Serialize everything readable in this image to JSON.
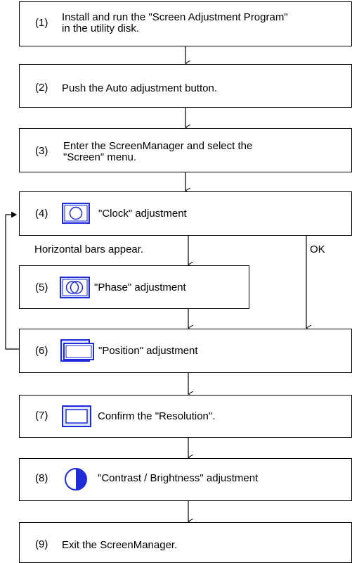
{
  "steps": [
    {
      "num": "(1)",
      "line1": "Install and run the \"Screen Adjustment Program\"",
      "line2": "in the utility disk."
    },
    {
      "num": "(2)",
      "text": "Push the Auto adjustment button."
    },
    {
      "num": "(3)",
      "line1": "Enter the ScreenManager and select the",
      "line2": "\"Screen\" menu."
    },
    {
      "num": "(4)",
      "text": "\"Clock\" adjustment",
      "icon": "clock-icon"
    },
    {
      "num": "(5)",
      "text": "\"Phase\" adjustment",
      "icon": "phase-icon"
    },
    {
      "num": "(6)",
      "text": "\"Position\" adjustment",
      "icon": "position-icon"
    },
    {
      "num": "(7)",
      "text": "Confirm the \"Resolution\".",
      "icon": "resolution-icon"
    },
    {
      "num": "(8)",
      "text": "\"Contrast / Brightness\" adjustment",
      "icon": "contrast-brightness-icon"
    },
    {
      "num": "(9)",
      "text": "Exit the ScreenManager."
    }
  ],
  "branch_labels": {
    "horizontal_bars": "Horizontal bars appear.",
    "ok": "OK"
  },
  "colors": {
    "icon_blue": "#1e2bd6",
    "icon_fill": "#dfe6ff",
    "line": "#000000"
  }
}
